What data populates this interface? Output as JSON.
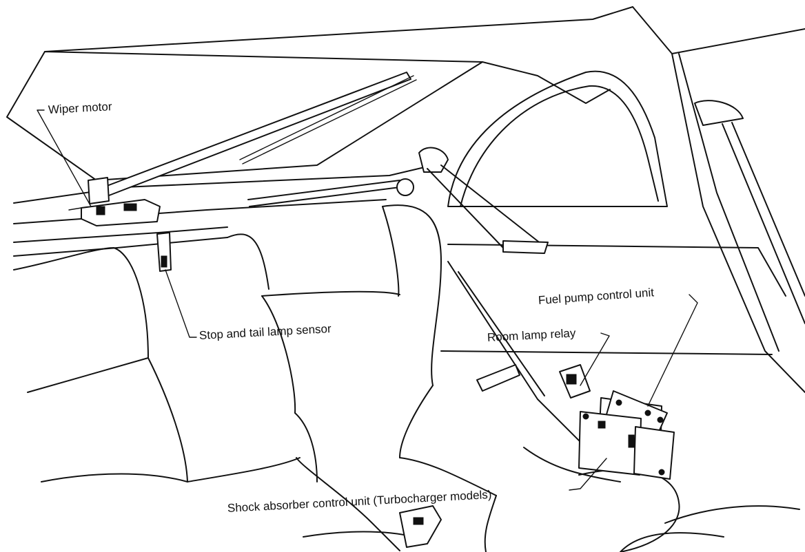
{
  "figure": {
    "callouts": {
      "wiper_motor": "Wiper motor",
      "stop_tail_lamp_sensor": "Stop and tail lamp sensor",
      "fuel_pump_control_unit": "Fuel pump control unit",
      "room_lamp_relay": "Room lamp relay",
      "shock_absorber_control_unit": "Shock absorber control unit (Turbocharger models)"
    }
  }
}
